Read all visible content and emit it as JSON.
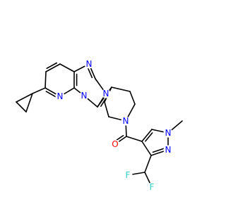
{
  "molecule": {
    "colors": {
      "N": "#0000ff",
      "O": "#ff0000",
      "F": "#33cccc",
      "C": "#000000"
    },
    "atoms": [
      {
        "id": "n_tr_top",
        "label": "N",
        "element": "N"
      },
      {
        "id": "n_tr_left",
        "label": "N",
        "element": "N"
      },
      {
        "id": "n_tr_low",
        "label": "N",
        "element": "N"
      },
      {
        "id": "n_pyd",
        "label": "N",
        "element": "N"
      },
      {
        "id": "n_pip",
        "label": "N",
        "element": "N"
      },
      {
        "id": "o_carbonyl",
        "label": "O",
        "element": "O"
      },
      {
        "id": "n_pz_methyl",
        "label": "N",
        "element": "N"
      },
      {
        "id": "n_pz",
        "label": "N",
        "element": "N"
      },
      {
        "id": "f_1",
        "label": "F",
        "element": "F"
      },
      {
        "id": "f_2",
        "label": "F",
        "element": "F"
      }
    ]
  }
}
